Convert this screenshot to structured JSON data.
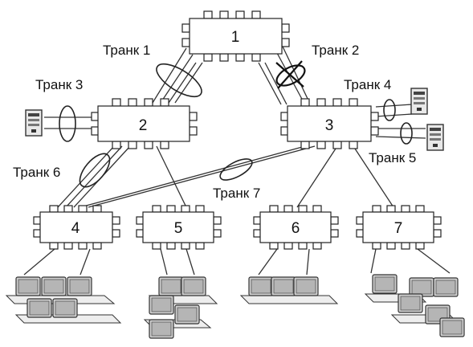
{
  "switches": [
    {
      "id": "sw1",
      "label": "1"
    },
    {
      "id": "sw2",
      "label": "2"
    },
    {
      "id": "sw3",
      "label": "3"
    },
    {
      "id": "sw4",
      "label": "4"
    },
    {
      "id": "sw5",
      "label": "5"
    },
    {
      "id": "sw6",
      "label": "6"
    },
    {
      "id": "sw7",
      "label": "7"
    }
  ],
  "trunks": [
    {
      "id": "t1",
      "label": "Транк 1"
    },
    {
      "id": "t2",
      "label": "Транк 2",
      "blocked": true
    },
    {
      "id": "t3",
      "label": "Транк 3"
    },
    {
      "id": "t4",
      "label": "Транк 4"
    },
    {
      "id": "t5",
      "label": "Транк 5"
    },
    {
      "id": "t6",
      "label": "Транк 6"
    },
    {
      "id": "t7",
      "label": "Транк 7"
    }
  ],
  "colors": {
    "line": "#333333",
    "box": "#ffffff",
    "screen": "#b8b8b8",
    "server": "#e6e6e6"
  }
}
